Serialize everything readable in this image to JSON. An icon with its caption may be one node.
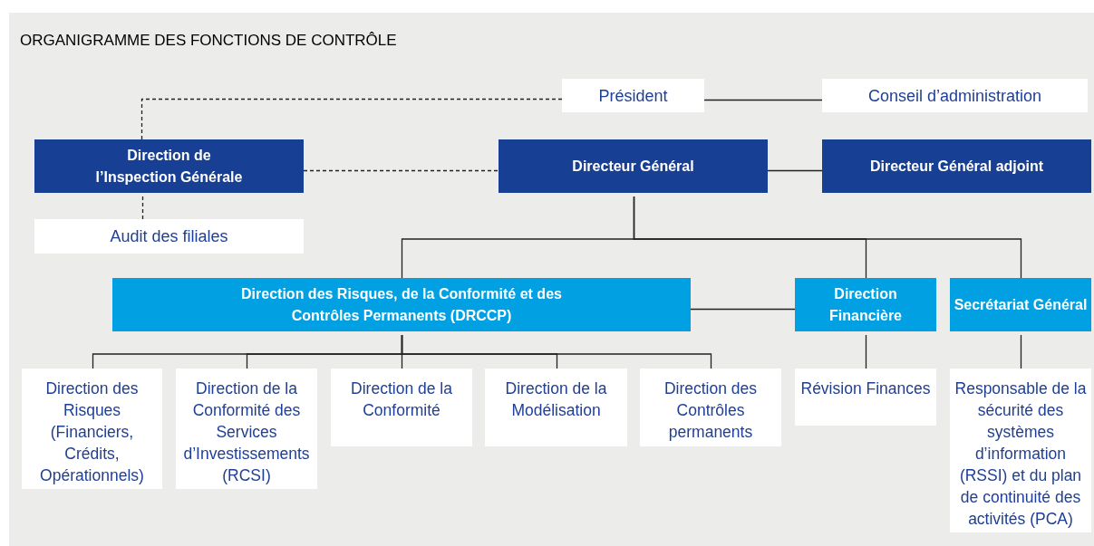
{
  "diagram": {
    "title": "ORGANIGRAMME DES FONCTIONS DE CONTRÔLE",
    "nodes": [
      {
        "text": [
          "Président"
        ]
      },
      {
        "text": [
          "Conseil d’administration"
        ]
      },
      {
        "text": [
          "Direction de l’Inspection Générale"
        ]
      },
      {
        "text": [
          "Directeur Général"
        ]
      },
      {
        "text": [
          "Directeur Général adjoint"
        ]
      },
      {
        "text": [
          "Audit des filiales"
        ]
      },
      {
        "text": [
          "Direction des Risques, de la Conformité et des Contrôles Permanents (DRCCP)"
        ]
      },
      {
        "text": [
          "Direction Financière"
        ]
      },
      {
        "text": [
          "Secrétariat Général"
        ]
      },
      {
        "text": [
          "Direction des Risques (Financiers, Crédits, Opérationnels)"
        ]
      },
      {
        "text": [
          "Direction de la Conformité des Services d’Investissements (RCSI)"
        ]
      },
      {
        "text": [
          "Direction de la Conformité"
        ]
      },
      {
        "text": [
          "Direction de la Modélisation"
        ]
      },
      {
        "text": [
          "Direction des Contrôles permanents"
        ]
      },
      {
        "text": [
          "Révision Finances"
        ]
      },
      {
        "text": [
          "Responsable de la sécurité des systèmes d’information (RSSI) et du plan de continuité des activités (PCA)"
        ]
      }
    ],
    "edges": [
      {
        "from": 0,
        "to": 1,
        "arrow": "none"
      },
      {
        "from": 0,
        "to": 2,
        "arrow": "none",
        "style": "dashed"
      },
      {
        "from": 2,
        "to": 3,
        "arrow": "none",
        "style": "dashed"
      },
      {
        "from": 3,
        "to": 4,
        "arrow": "none"
      },
      {
        "from": 2,
        "to": 5,
        "arrow": "none",
        "style": "dashed"
      },
      {
        "from": 3,
        "to": 6,
        "arrow": "none"
      },
      {
        "from": 3,
        "to": 7,
        "arrow": "none"
      },
      {
        "from": 3,
        "to": 8,
        "arrow": "none"
      },
      {
        "from": 6,
        "to": 7,
        "arrow": "none"
      },
      {
        "from": 6,
        "to": 9,
        "arrow": "none"
      },
      {
        "from": 6,
        "to": 10,
        "arrow": "none"
      },
      {
        "from": 6,
        "to": 11,
        "arrow": "none"
      },
      {
        "from": 6,
        "to": 12,
        "arrow": "none"
      },
      {
        "from": 6,
        "to": 13,
        "arrow": "none"
      },
      {
        "from": 7,
        "to": 14,
        "arrow": "none"
      },
      {
        "from": 8,
        "to": 15,
        "arrow": "none"
      }
    ]
  }
}
